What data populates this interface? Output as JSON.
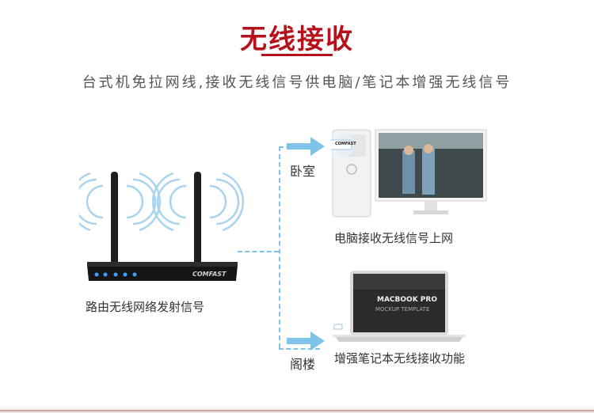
{
  "header": {
    "title": "无线接收",
    "subtitle": "台式机免拉网线,接收无线信号供电脑/笔记本增强无线信号"
  },
  "router": {
    "caption": "路由无线网络发射信号",
    "brand": "COMFAST"
  },
  "bedroom": {
    "room_label": "卧室",
    "caption": "电脑接收无线信号上网",
    "adapter_brand": "COMFAST"
  },
  "attic": {
    "room_label": "阁楼",
    "caption": "增强笔记本无线接收功能",
    "laptop_screen_title": "MACBOOK PRO",
    "laptop_screen_subtitle": "MOCKUP TEMPLATE"
  },
  "colors": {
    "accent_red": "#b5121b",
    "signal_blue": "#7fc3ea"
  }
}
